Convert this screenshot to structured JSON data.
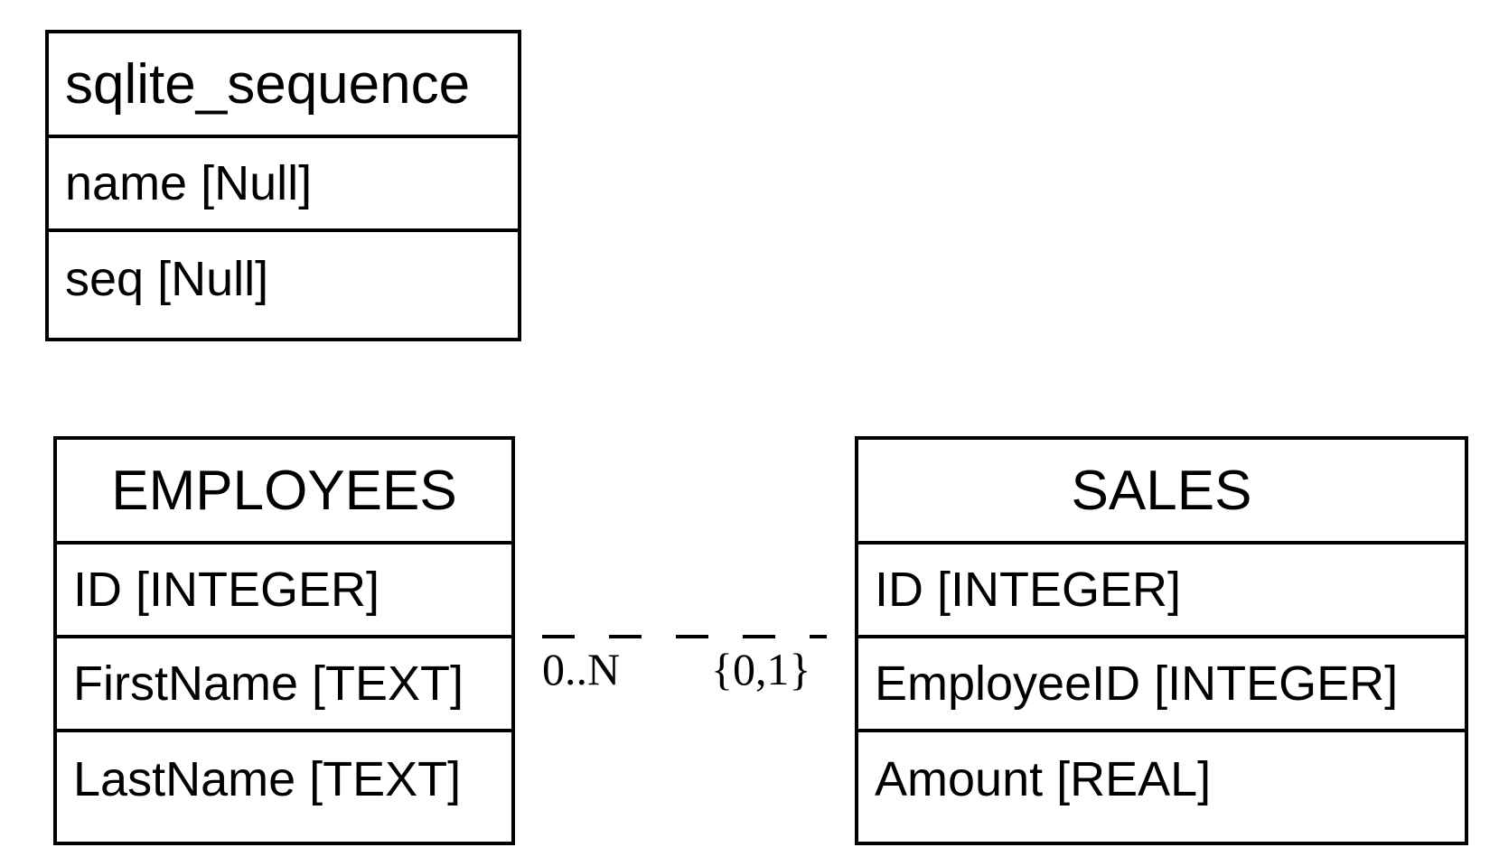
{
  "tables": {
    "sqlite_sequence": {
      "name": "sqlite_sequence",
      "columns": [
        "name [Null]",
        "seq [Null]"
      ]
    },
    "employees": {
      "name": "EMPLOYEES",
      "columns": [
        "ID [INTEGER]",
        "FirstName [TEXT]",
        "LastName [TEXT]"
      ]
    },
    "sales": {
      "name": "SALES",
      "columns": [
        "ID [INTEGER]",
        "EmployeeID [INTEGER]",
        "Amount [REAL]"
      ]
    }
  },
  "relationship": {
    "left_cardinality": "0..N",
    "right_cardinality": "{0,1}",
    "line_style": "dashed",
    "line_color": "#000000"
  }
}
